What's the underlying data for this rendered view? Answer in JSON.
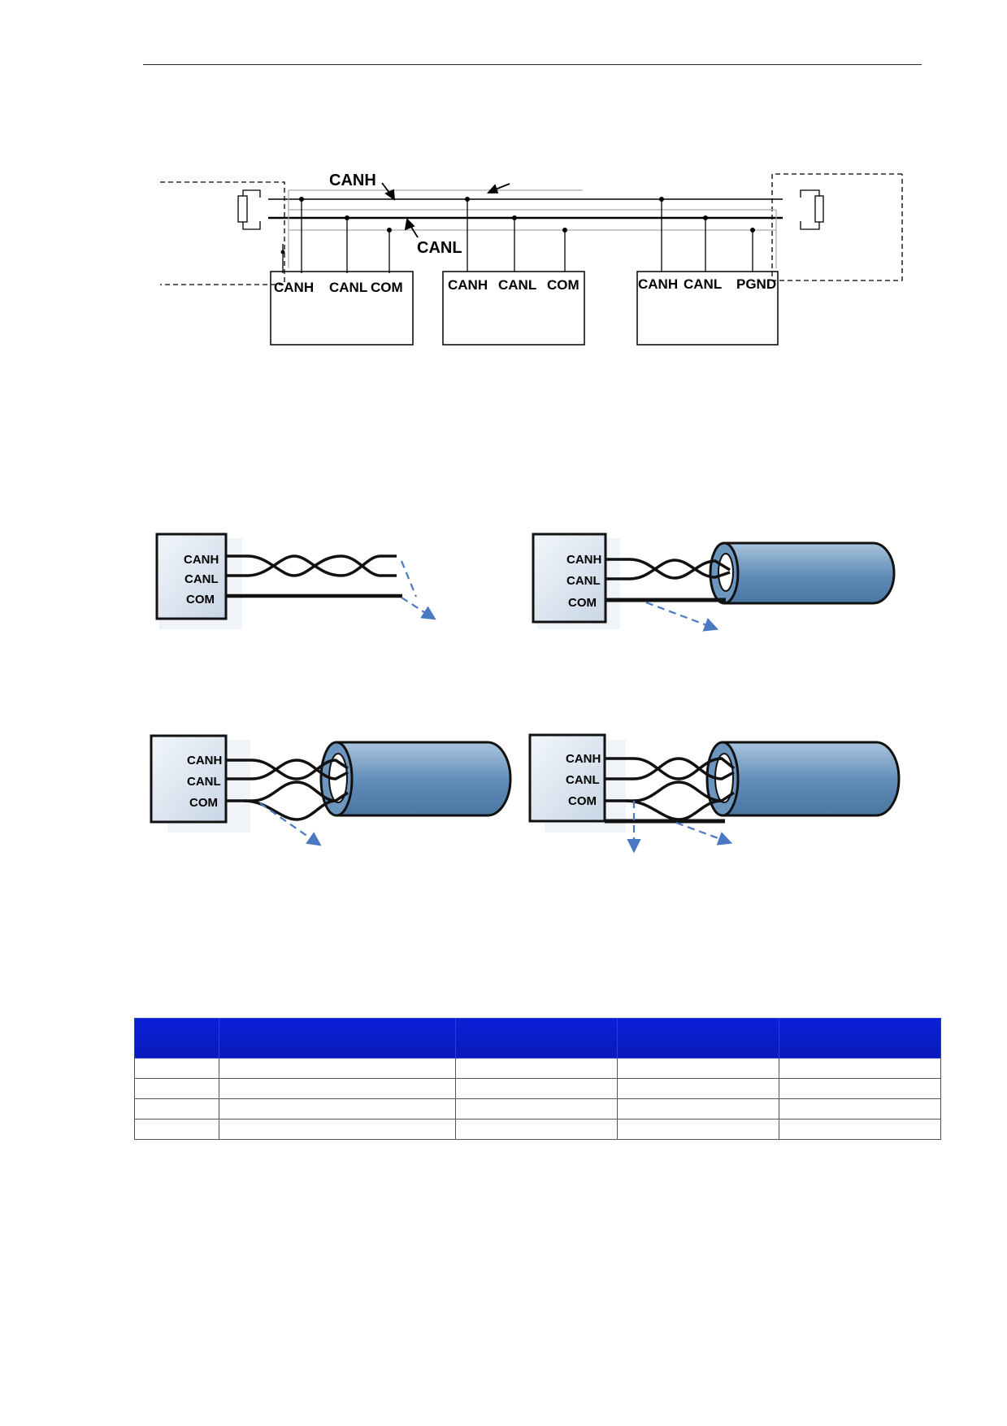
{
  "bus_diagram": {
    "line_labels": {
      "canh": "CANH",
      "canl": "CANL"
    },
    "devices": [
      {
        "pins": [
          "CANH",
          "CANL",
          "COM"
        ]
      },
      {
        "pins": [
          "CANH",
          "CANL",
          "COM"
        ]
      },
      {
        "pins": [
          "CANH",
          "CANL",
          "PGND"
        ]
      }
    ]
  },
  "wiring": {
    "panels": [
      {
        "pins": [
          "CANH",
          "CANL",
          "COM"
        ]
      },
      {
        "pins": [
          "CANH",
          "CANL",
          "COM"
        ]
      },
      {
        "pins": [
          "CANH",
          "CANL",
          "COM"
        ]
      },
      {
        "pins": [
          "CANH",
          "CANL",
          "COM"
        ]
      }
    ]
  },
  "colors": {
    "table_header": "#0b1fd9",
    "cable": "#5b86b3",
    "arrow": "#4a78c2"
  },
  "table": {
    "headers": [
      "",
      "",
      "",
      "",
      ""
    ],
    "rows": [
      [
        "",
        "",
        "",
        "",
        ""
      ],
      [
        "",
        "",
        "",
        "",
        ""
      ],
      [
        "",
        "",
        "",
        "",
        ""
      ],
      [
        "",
        "",
        "",
        "",
        ""
      ]
    ]
  }
}
